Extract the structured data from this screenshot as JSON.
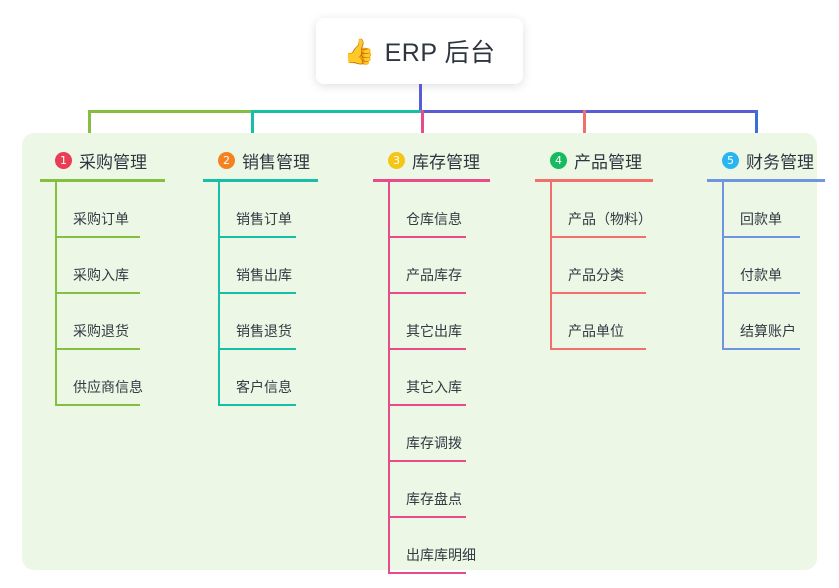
{
  "root": {
    "icon": "thumbs-up-emoji",
    "emoji": "👍",
    "title": "ERP 后台"
  },
  "panel": {
    "background_color": "#ecf7e6"
  },
  "connector_colors": {
    "root_stem": "#5b5bd6",
    "bus_segment_1": "#84bf41",
    "bus_segment_2": "#16bfa6",
    "bus_segment_3": "#5b5bd6",
    "drop_1": "#84bf41",
    "drop_2": "#16bfa6",
    "drop_3": "#e84b8a",
    "drop_4": "#f2706b",
    "drop_5": "#3a6fd8"
  },
  "columns": [
    {
      "number": "1",
      "title": "采购管理",
      "badge_color": "#ea3c53",
      "line_color": "#84bf41",
      "items": [
        {
          "label": "采购订单"
        },
        {
          "label": "采购入库"
        },
        {
          "label": "采购退货"
        },
        {
          "label": "供应商信息"
        }
      ]
    },
    {
      "number": "2",
      "title": "销售管理",
      "badge_color": "#f58220",
      "line_color": "#16bfa6",
      "items": [
        {
          "label": "销售订单"
        },
        {
          "label": "销售出库"
        },
        {
          "label": "销售退货"
        },
        {
          "label": "客户信息"
        }
      ]
    },
    {
      "number": "3",
      "title": "库存管理",
      "badge_color": "#f5c518",
      "line_color": "#e84b8a",
      "items": [
        {
          "label": "仓库信息"
        },
        {
          "label": "产品库存"
        },
        {
          "label": "其它出库"
        },
        {
          "label": "其它入库"
        },
        {
          "label": "库存调拨"
        },
        {
          "label": "库存盘点"
        },
        {
          "label": "出库库明细"
        }
      ]
    },
    {
      "number": "4",
      "title": "产品管理",
      "badge_color": "#15bb5e",
      "line_color": "#f2706b",
      "items": [
        {
          "label": "产品（物料）"
        },
        {
          "label": "产品分类"
        },
        {
          "label": "产品单位"
        }
      ]
    },
    {
      "number": "5",
      "title": "财务管理",
      "badge_color": "#29b6f0",
      "line_color": "#6f95e0",
      "items": [
        {
          "label": "回款单"
        },
        {
          "label": "付款单"
        },
        {
          "label": "结算账户"
        }
      ]
    }
  ]
}
